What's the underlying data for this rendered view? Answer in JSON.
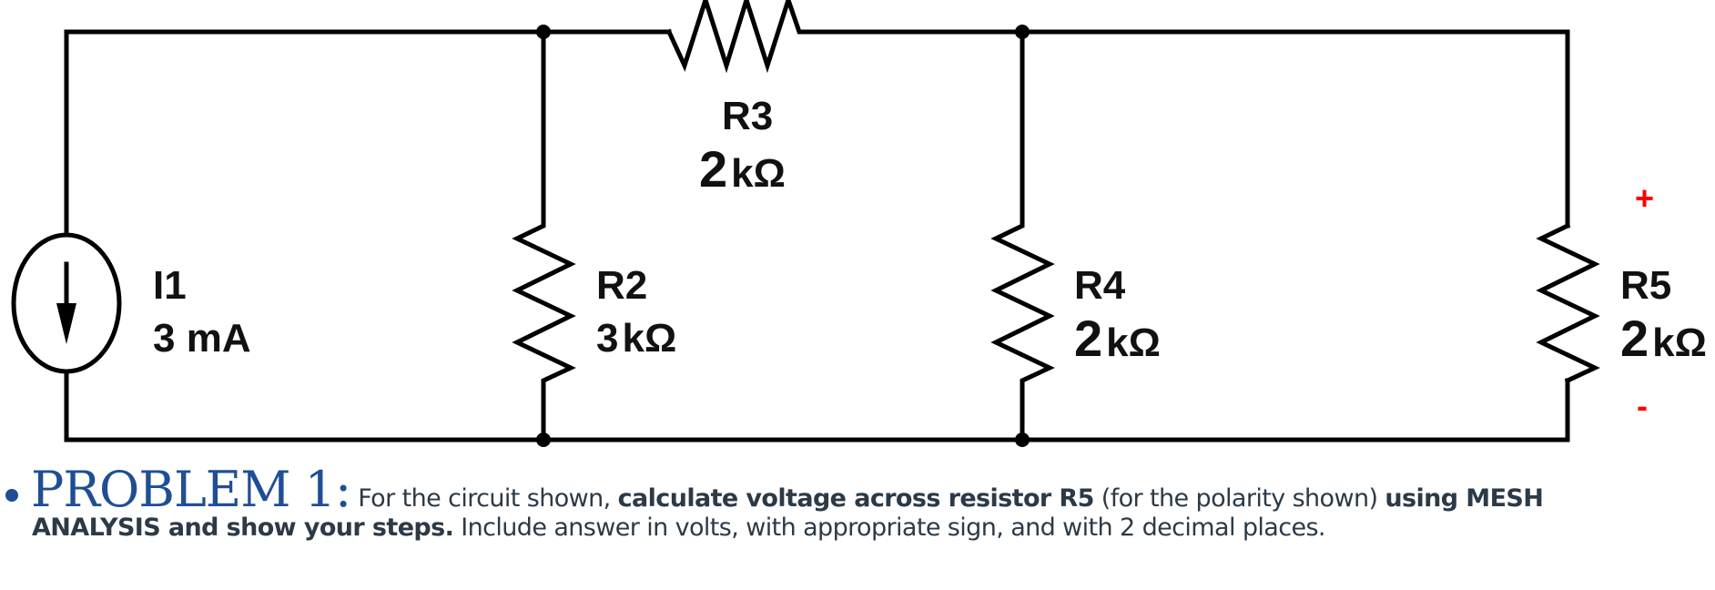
{
  "circuit": {
    "source": {
      "id": "I1",
      "value": "3 mA",
      "direction": "down"
    },
    "resistors": [
      {
        "id": "R2",
        "value_num": "3",
        "value_unit": "kΩ"
      },
      {
        "id": "R3",
        "value_num": "2",
        "value_unit": "kΩ"
      },
      {
        "id": "R4",
        "value_num": "2",
        "value_unit": "kΩ"
      },
      {
        "id": "R5",
        "value_num": "2",
        "value_unit": "kΩ"
      }
    ],
    "polarity": {
      "plus": "+",
      "minus": "-",
      "color": "#ff0000"
    }
  },
  "problem": {
    "title": "PROBLEM 1:",
    "title_color": "#1f4e96",
    "line1_plain_1": " For the circuit shown, ",
    "line1_bold_1": "calculate voltage across resistor R5",
    "line1_plain_2": " (for the polarity shown) ",
    "line1_bold_2": "using MESH",
    "line2_bold": "ANALYSIS and show your steps.",
    "line2_plain": " Include answer in volts, with appropriate sign, and with 2 decimal places."
  }
}
